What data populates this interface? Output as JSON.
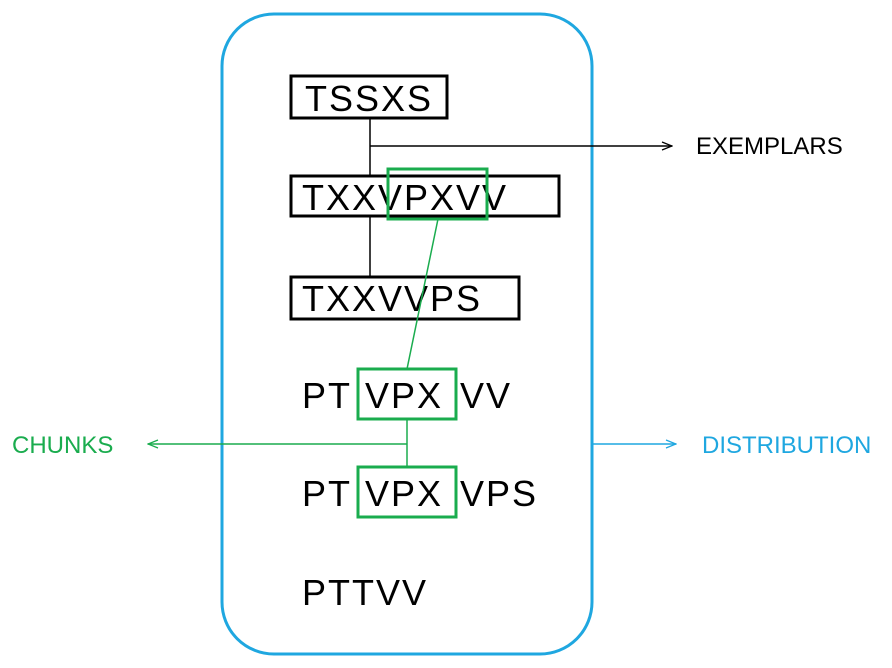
{
  "colors": {
    "distribution": "#1fa7e0",
    "chunk": "#1aac4e",
    "ink": "#000000"
  },
  "exemplars": [
    "TSSXS",
    "TXXVPXVV",
    "TXXVVPS"
  ],
  "strings": {
    "s4": {
      "before": "PT",
      "chunk": "VPX",
      "after": "VV"
    },
    "s5": {
      "before": "PT",
      "chunk": "VPX",
      "after": "VPS"
    },
    "s6": "PTTVV"
  },
  "labels": {
    "exemplars": "EXEMPLARS",
    "chunks": "CHUNKS",
    "distribution": "DISTRIBUTION"
  }
}
